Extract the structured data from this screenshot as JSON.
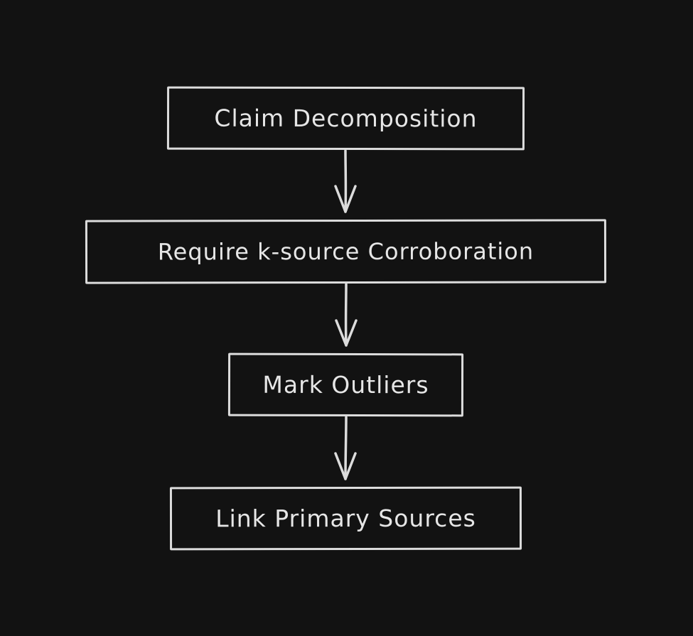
{
  "diagram": {
    "background_color": "#121212",
    "stroke_color": "#dcdcdc",
    "text_color": "#e6e6e6",
    "nodes": [
      {
        "id": "n1",
        "label": "Claim Decomposition"
      },
      {
        "id": "n2",
        "label": "Require k-source Corroboration"
      },
      {
        "id": "n3",
        "label": "Mark Outliers"
      },
      {
        "id": "n4",
        "label": "Link Primary Sources"
      }
    ],
    "edges": [
      {
        "from": "n1",
        "to": "n2"
      },
      {
        "from": "n2",
        "to": "n3"
      },
      {
        "from": "n3",
        "to": "n4"
      }
    ]
  }
}
